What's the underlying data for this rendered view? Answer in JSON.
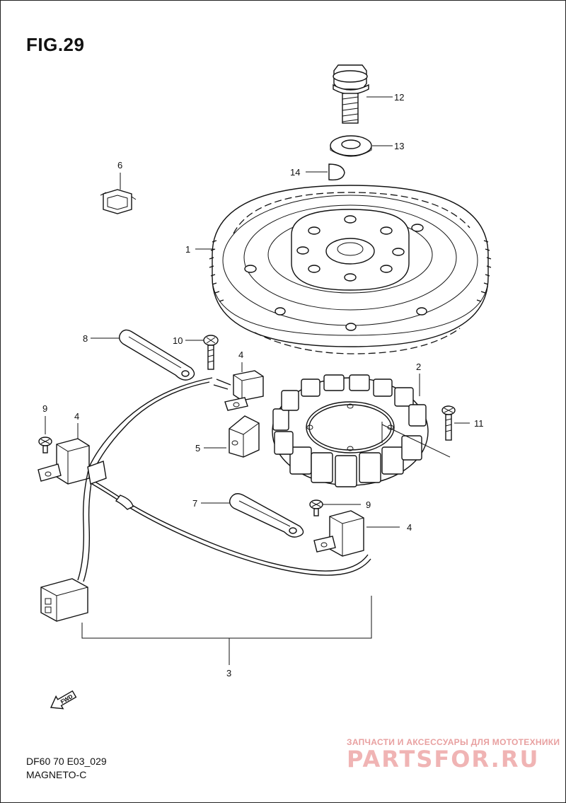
{
  "title": "FIG.29",
  "callouts": {
    "p1": "1",
    "p2": "2",
    "p3": "3",
    "p4a": "4",
    "p4b": "4",
    "p4c": "4",
    "p5": "5",
    "p6": "6",
    "p7": "7",
    "p8": "8",
    "p9a": "9",
    "p9b": "9",
    "p10": "10",
    "p11": "11",
    "p12": "12",
    "p13": "13",
    "p14": "14"
  },
  "fwd_label": "FWD",
  "footer": {
    "code": "DF60 70 E03_029",
    "name": "MAGNETO-C"
  },
  "watermark": {
    "tagline": "ЗАПЧАСТИ И АКСЕССУАРЫ ДЛЯ МОТОТЕХНИКИ",
    "brand": "PARTSFOR.RU"
  },
  "colors": {
    "line": "#111111",
    "watermark": "#f0b4b4"
  }
}
